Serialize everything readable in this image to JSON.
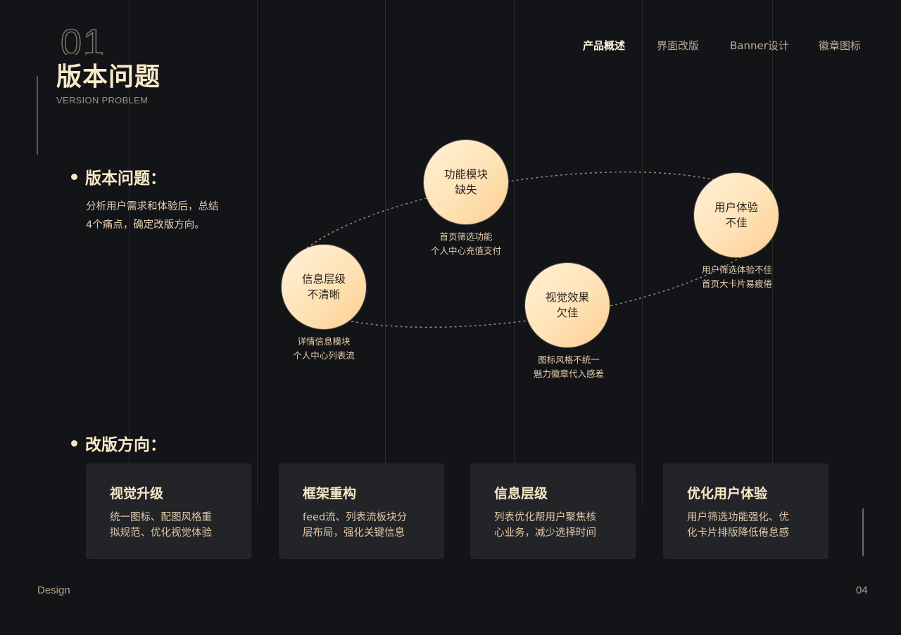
{
  "header": {
    "section_number": "01",
    "title": "版本问题",
    "subtitle": "VERSION PROBLEM"
  },
  "nav": {
    "items": [
      {
        "label": "产品概述",
        "active": true
      },
      {
        "label": "界面改版",
        "active": false
      },
      {
        "label": "Banner设计",
        "active": false
      },
      {
        "label": "徽章图标",
        "active": false
      }
    ]
  },
  "problems_section": {
    "heading": "版本问题：",
    "intro_line1": "分析用户需求和体验后，总结",
    "intro_line2": "4个痛点，确定改版方向。",
    "nodes": [
      {
        "line1": "功能模块",
        "line2": "缺失",
        "desc1": "首页筛选功能",
        "desc2": "个人中心充值支付"
      },
      {
        "line1": "用户体验",
        "line2": "不佳",
        "desc1": "用户筛选体验不佳",
        "desc2": "首页大卡片易疲倦"
      },
      {
        "line1": "信息层级",
        "line2": "不清晰",
        "desc1": "详情信息模块",
        "desc2": "个人中心列表流"
      },
      {
        "line1": "视觉效果",
        "line2": "欠佳",
        "desc1": "图标风格不统一",
        "desc2": "魅力徽章代入感差"
      }
    ]
  },
  "directions_section": {
    "heading": "改版方向：",
    "cards": [
      {
        "title": "视觉升级",
        "line1": "统一图标、配图风格重",
        "line2": "拟规范、优化视觉体验"
      },
      {
        "title": "框架重构",
        "line1": "feed流、列表流板块分",
        "line2": "层布局，强化关键信息"
      },
      {
        "title": "信息层级",
        "line1": "列表优化帮用户聚焦核",
        "line2": "心业务，减少选择时间"
      },
      {
        "title": "优化用户体验",
        "line1": "用户筛选功能强化、优",
        "line2": "化卡片排版降低倦怠感"
      }
    ]
  },
  "footer": {
    "left_label": "Design",
    "page_number": "04"
  },
  "colors": {
    "background": "#131418",
    "accent_cream": "#fbe9c8",
    "muted_gold": "#b5a185",
    "card_bg": "#232428"
  }
}
